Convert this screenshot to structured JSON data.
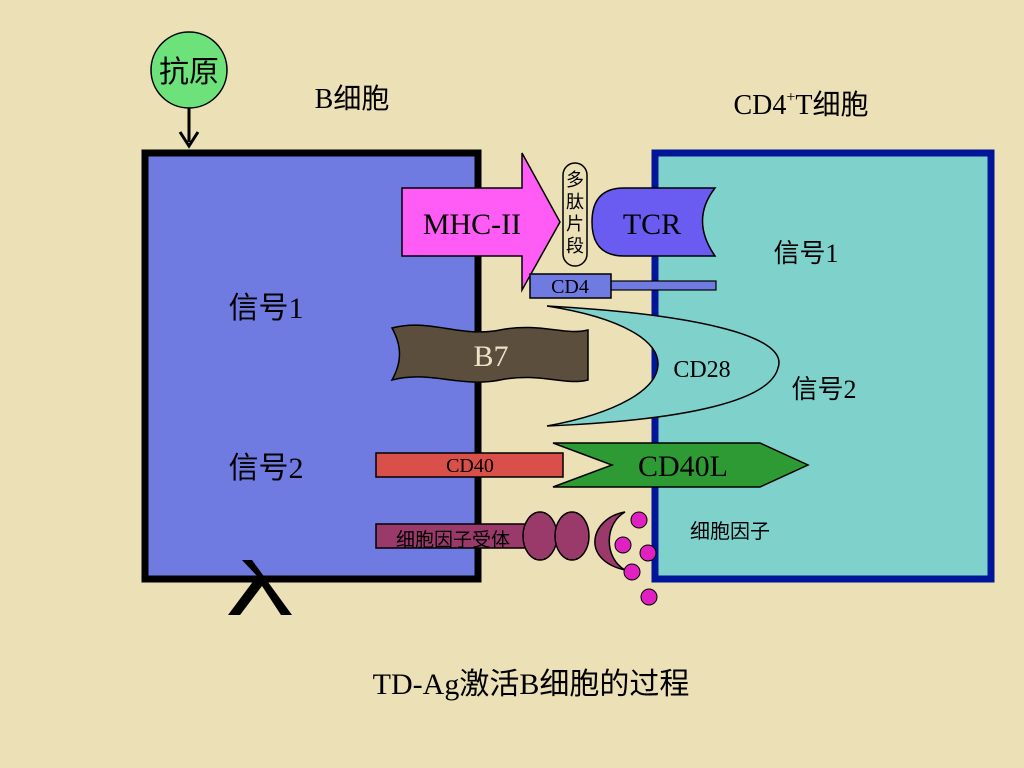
{
  "antigen": {
    "label": "抗原"
  },
  "b_cell": {
    "title": "B细胞",
    "signal1": "信号1",
    "signal2": "信号2"
  },
  "t_cell": {
    "title_prefix": "CD4",
    "title_sup": "+",
    "title_suffix": "T细胞",
    "signal1": "信号1",
    "signal2": "信号2"
  },
  "molecules": {
    "mhc": "MHC-II",
    "peptide": [
      "多",
      "肽",
      "片",
      "段"
    ],
    "tcr": "TCR",
    "cd4": "CD4",
    "b7": "B7",
    "cd28": "CD28",
    "cd40": "CD40",
    "cd40l": "CD40L",
    "cytokine_receptor": "细胞因子受体",
    "cytokine": "细胞因子"
  },
  "caption": "TD-Ag激活B细胞的过程",
  "colors": {
    "background": "#EBE0B6",
    "b_cell_fill": "#6F7BE0",
    "t_cell_fill": "#7FD1CC",
    "t_cell_border": "#00169A",
    "antigen": "#6EE27A",
    "mhc": "#FF5CF5",
    "tcr": "#6A5CF0",
    "cd4": "#6F7BE0",
    "b7": "#5B4E3D",
    "cd28": "#7FD1CC",
    "cd40": "#D9504A",
    "cd40l": "#2E9A33",
    "receptor": "#9A3A6A",
    "cytokine": "#E020C0"
  }
}
